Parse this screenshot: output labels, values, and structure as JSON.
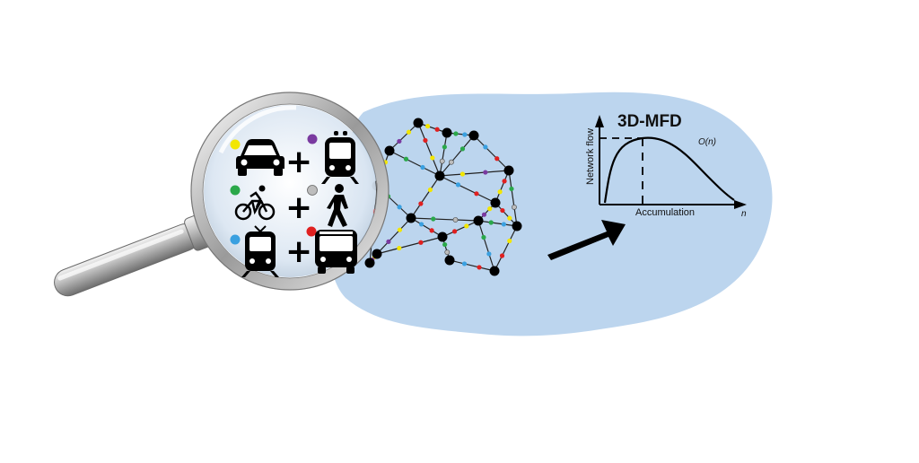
{
  "mfd": {
    "title": "3D-MFD",
    "y_axis_label": "Network flow",
    "x_axis_label": "Accumulation",
    "order_label": "O(n)",
    "n_label": "n"
  },
  "modes": [
    {
      "left": "car",
      "right": "tram",
      "left_dot": "#f2e600",
      "right_dot": "#7a3aa0"
    },
    {
      "left": "bicycle",
      "right": "pedestrian",
      "left_dot": "#2aa84a",
      "right_dot": "#bdbdbd"
    },
    {
      "left": "tram",
      "right": "bus",
      "left_dot": "#3aa0e0",
      "right_dot": "#e02020"
    }
  ],
  "operator": "+",
  "colors": {
    "region": "#bcd5ee",
    "yellow": "#f2e600",
    "green": "#2aa84a",
    "blue": "#3aa0e0",
    "red": "#e02020",
    "purple": "#7a3aa0",
    "gray": "#bdbdbd"
  }
}
